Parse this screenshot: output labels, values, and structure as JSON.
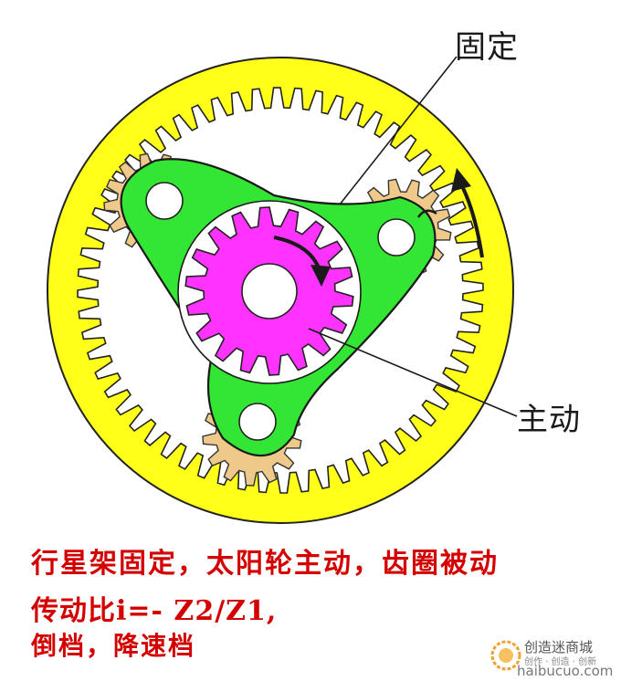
{
  "labels": {
    "fixed": "固定",
    "driving": "主动"
  },
  "caption": {
    "line1": "行星架固定，太阳轮主动，齿圈被动",
    "line2": "传动比i=- Z2/Z1,",
    "line3": "倒档，降速档"
  },
  "watermark": {
    "brand": "创造迷商城",
    "subtitle": "创作 · 创造 · 创新",
    "domain": "haibucuo.com"
  },
  "colors": {
    "ring_outer": "#ffff1a",
    "ring_gear": "#ffffff",
    "planet_gear": "#efc98a",
    "carrier": "#33e633",
    "sun_gear": "#ff33ff",
    "caption_text": "#d40000",
    "outline": "#111111"
  },
  "gear_teeth": {
    "ring": 60,
    "sun": 18,
    "planet": 13
  }
}
